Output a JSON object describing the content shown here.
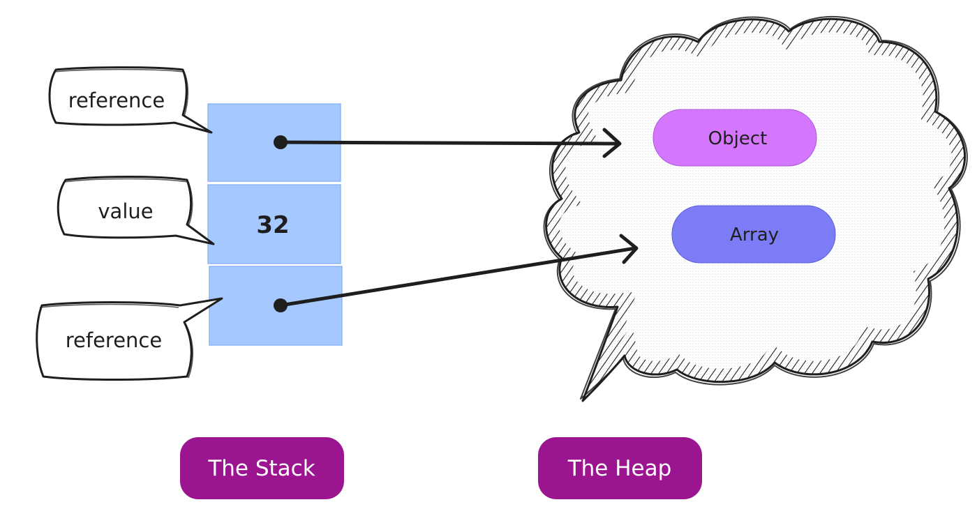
{
  "callouts": [
    {
      "text": "reference"
    },
    {
      "text": "value"
    },
    {
      "text": "reference"
    }
  ],
  "stack": {
    "cells": [
      {
        "value": ""
      },
      {
        "value": "32"
      },
      {
        "value": ""
      }
    ],
    "color": "#a5c8ff",
    "label": "The Stack"
  },
  "heap": {
    "items": [
      {
        "text": "Object",
        "color": "#d576ff"
      },
      {
        "text": "Array",
        "color": "#7c7cf7"
      }
    ],
    "label": "The Heap"
  },
  "label_color": "#9c1590"
}
